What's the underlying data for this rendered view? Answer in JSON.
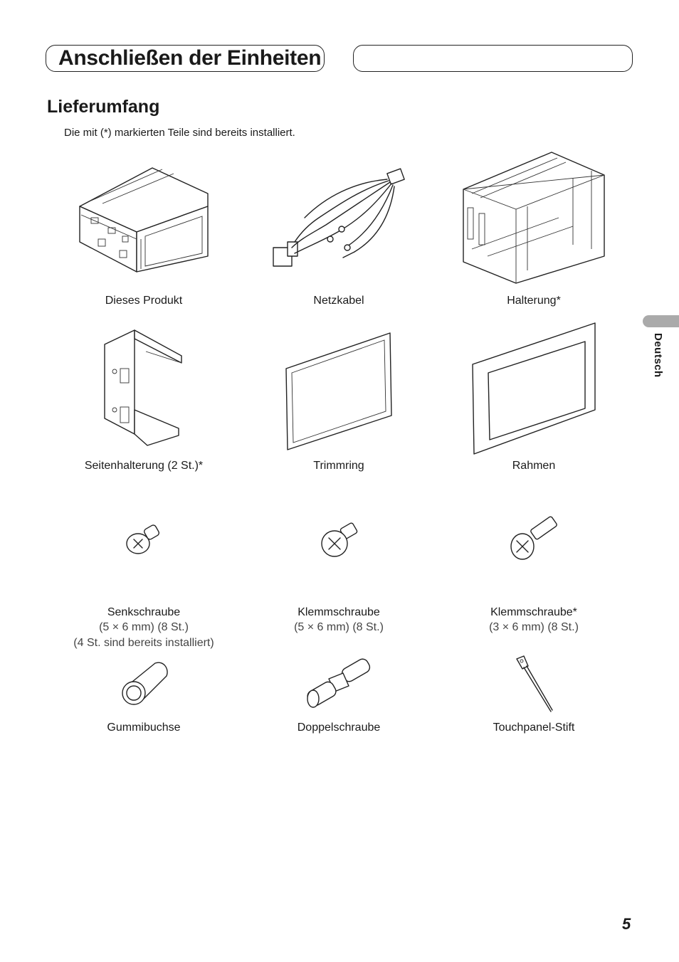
{
  "header": {
    "chapter_title": "Anschließen der Einheiten"
  },
  "section": {
    "title": "Lieferumfang",
    "intro": "Die mit (*) markierten Teile sind bereits installiert."
  },
  "items": [
    {
      "label": "Dieses Produkt"
    },
    {
      "label": "Netzkabel"
    },
    {
      "label": "Halterung*"
    },
    {
      "label": "Seitenhalterung (2 St.)*"
    },
    {
      "label": "Trimmring"
    },
    {
      "label": "Rahmen"
    },
    {
      "label": "Senkschraube",
      "sub1": "(5 × 6 mm) (8 St.)",
      "sub2": "(4 St. sind bereits installiert)"
    },
    {
      "label": "Klemmschraube",
      "sub1": "(5 × 6 mm) (8 St.)"
    },
    {
      "label": "Klemmschraube*",
      "sub1": "(3 × 6 mm) (8 St.)"
    },
    {
      "label": "Gummibuchse"
    },
    {
      "label": "Doppelschraube"
    },
    {
      "label": "Touchpanel-Stift"
    }
  ],
  "side_tab": {
    "label": "Deutsch"
  },
  "footer": {
    "page_number": "5"
  }
}
